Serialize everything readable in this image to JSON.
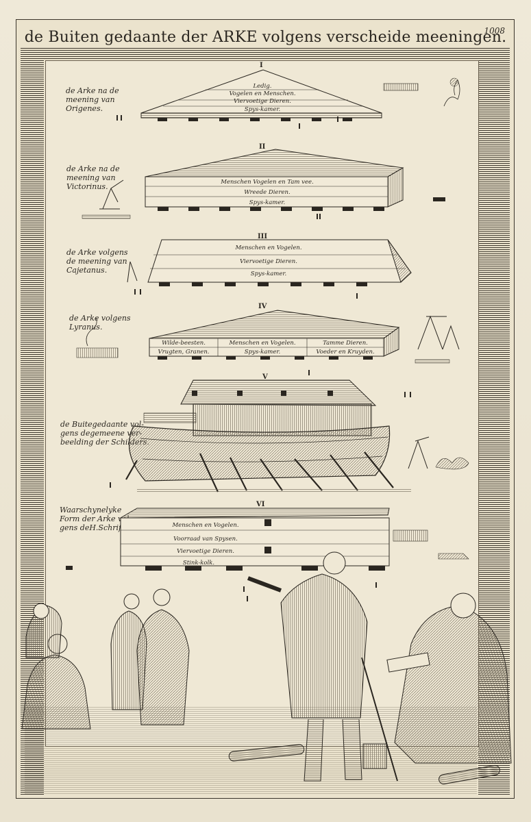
{
  "header": {
    "title": "de Buiten gedaante der ARKE volgens verscheide meeningen.",
    "page_number": "1008"
  },
  "arks": [
    {
      "numeral": "I",
      "caption": [
        "de Arke na de",
        "meening van",
        "Origenes."
      ],
      "labels": [
        "Ledig.",
        "Vogelen en Menschen.",
        "Viervoetige Dieren.",
        "Spys-kamer."
      ]
    },
    {
      "numeral": "II",
      "caption": [
        "de Arke na de",
        "meening van",
        "Victorinus."
      ],
      "labels": [
        "Menschen Vogelen en Tam vee.",
        "Wreede Dieren.",
        "Spys-kamer."
      ]
    },
    {
      "numeral": "III",
      "caption": [
        "de Arke volgens",
        "de meening van",
        "Cajetanus."
      ],
      "labels": [
        "Menschen en Vogelen.",
        "Viervoetige Dieren.",
        "Spys-kamer."
      ]
    },
    {
      "numeral": "IV",
      "caption": [
        "de Arke volgens",
        "Lyranus."
      ],
      "labels": [
        "Wilde-beesten.",
        "Menschen en Vogelen.",
        "Tamme Dieren.",
        "Vrugten, Granen.",
        "Spys-kamer.",
        "Voeder en Kruyden."
      ]
    },
    {
      "numeral": "V",
      "caption": [
        "de Buitegedaante vol-",
        "gens degemeene ver-",
        "beelding der Schilders."
      ],
      "labels": []
    },
    {
      "numeral": "VI",
      "caption": [
        "Waarschynelyke",
        "Form der Arke vol-",
        "gens deH.Schrift"
      ],
      "labels": [
        "Menschen en Vogelen.",
        "Voorraad van Spysen.",
        "Viervoetige Dieren.",
        "Stink-kolk."
      ]
    }
  ]
}
